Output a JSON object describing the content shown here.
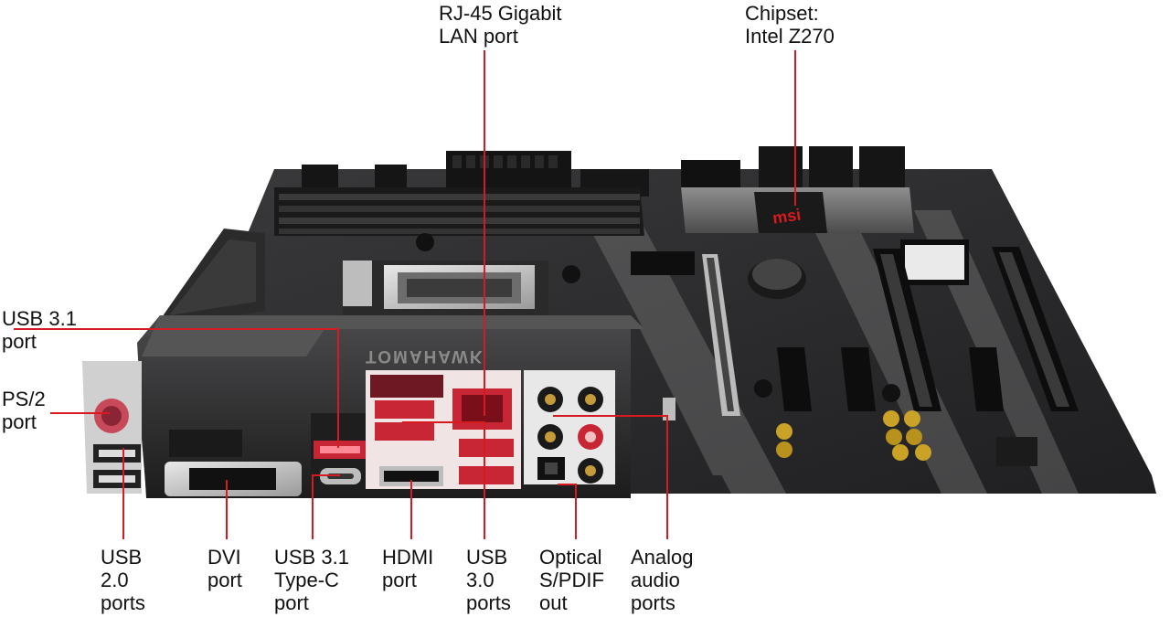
{
  "brand_logo": "msi",
  "heatsink_text": "TOMAHAWK",
  "callout_color": "#d71920",
  "callouts": {
    "rj45": [
      "RJ-45 Gigabit",
      "LAN port"
    ],
    "chipset": [
      "Chipset:",
      "Intel Z270"
    ],
    "usb31": [
      "USB 3.1",
      "port"
    ],
    "ps2": [
      "PS/2",
      "port"
    ],
    "usb20": [
      "USB",
      "2.0",
      "ports"
    ],
    "dvi": [
      "DVI",
      "port"
    ],
    "usb31c": [
      "USB 3.1",
      "Type-C",
      "port"
    ],
    "hdmi": [
      "HDMI",
      "port"
    ],
    "usb30": [
      "USB",
      "3.0",
      "ports"
    ],
    "optical": [
      "Optical",
      "S/PDIF",
      "out"
    ],
    "analog": [
      "Analog",
      "audio",
      "ports"
    ]
  }
}
